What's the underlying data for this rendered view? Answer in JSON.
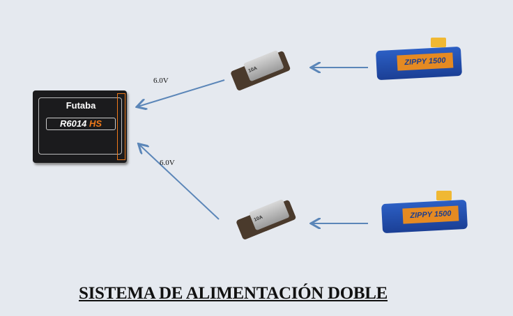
{
  "labels": {
    "top_voltage": "6.0V",
    "bottom_voltage": "6.0V"
  },
  "title": "SISTEMA DE ALIMENTACIÓN DOBLE",
  "receiver": {
    "brand": "Futaba",
    "model": "R6014",
    "model_suffix": "HS"
  },
  "regulator": {
    "rating": "10A"
  },
  "battery": {
    "brand": "ZIPPY",
    "capacity": "1500"
  },
  "colors": {
    "background": "#e5e9ef",
    "arrow": "#5b86b8"
  }
}
